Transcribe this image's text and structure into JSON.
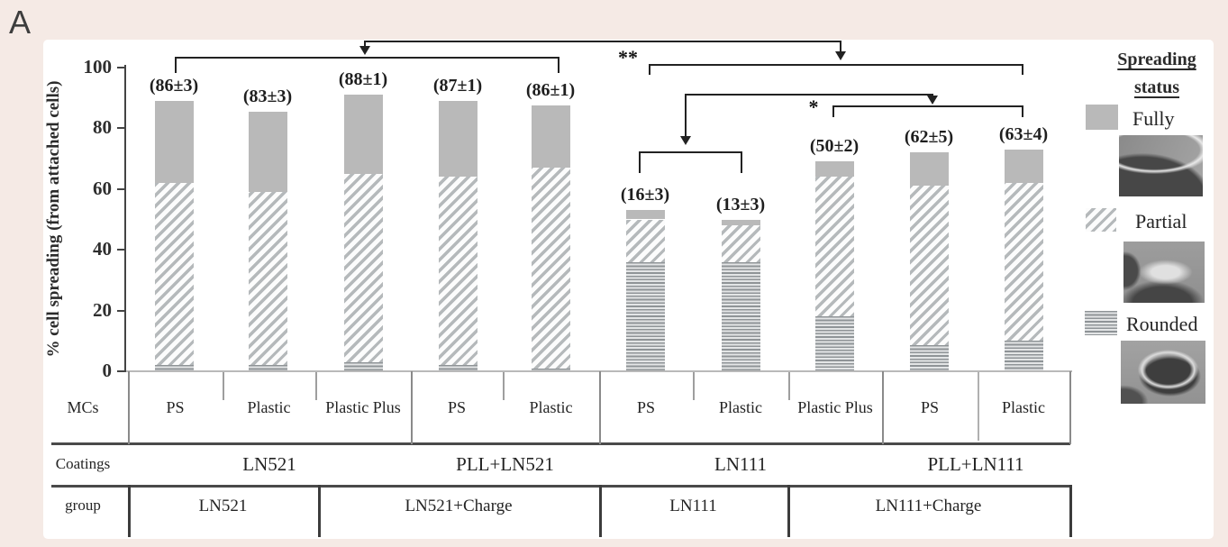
{
  "panel_label": "A",
  "chart_data": {
    "type": "bar",
    "stacked": true,
    "title": "",
    "ylabel": "% cell spreading (from attached cells)",
    "xlabel": "",
    "ylim": [
      0,
      100
    ],
    "yticks": [
      0,
      20,
      40,
      60,
      80,
      100
    ],
    "grid": false,
    "legend_position": "right",
    "categories": [
      "PS",
      "Plastic",
      "Plastic Plus",
      "PS",
      "Plastic",
      "PS",
      "Plastic",
      "Plastic Plus",
      "PS",
      "Plastic"
    ],
    "series": [
      {
        "name": "Rounded",
        "values": [
          2,
          2,
          3,
          2,
          1,
          36,
          36,
          18,
          8.5,
          10
        ]
      },
      {
        "name": "Partial",
        "values": [
          60,
          57,
          62,
          62,
          66,
          14,
          12,
          46,
          52.5,
          52
        ]
      },
      {
        "name": "Fully",
        "values": [
          27,
          26.5,
          26,
          25,
          20.5,
          3,
          2,
          5,
          11,
          11
        ]
      }
    ],
    "bar_annotations": [
      "(86±3)",
      "(83±3)",
      "(88±1)",
      "(87±1)",
      "(86±1)",
      "(16±3)",
      "(13±3)",
      "(50±2)",
      "(62±5)",
      "(63±4)"
    ],
    "significance": [
      {
        "label": "**",
        "comparison": "LN521 coatings (bars 1-5) vs LN111 coatings (bars 6-10)"
      },
      {
        "label": "*",
        "comparison": "LN111 PS/Plastic (bars 6-7) vs LN111+Charge (bars 8-10)"
      }
    ]
  },
  "table": {
    "row_labels": [
      "MCs",
      "Coatings",
      "group"
    ],
    "mcs_cells": [
      "PS",
      "Plastic",
      "Plastic Plus",
      "PS",
      "Plastic",
      "PS",
      "Plastic",
      "Plastic Plus",
      "PS",
      "Plastic"
    ],
    "coatings_cells": [
      "LN521",
      "PLL+LN521",
      "LN111",
      "PLL+LN111"
    ],
    "group_cells": [
      "LN521",
      "LN521+Charge",
      "LN111",
      "LN111+Charge"
    ]
  },
  "legend": {
    "title_line1": "Spreading",
    "title_line2": "status",
    "entries": [
      "Fully",
      "Partial",
      "Rounded"
    ]
  },
  "colors": {
    "background_pink": "#f5eae5",
    "panel_white": "#ffffff",
    "bar_fully_gray": "#b9b9b9",
    "hatch_gray": "#b5b9bb",
    "rounded_line_gray": "#8f9497",
    "line_black": "#222222"
  }
}
